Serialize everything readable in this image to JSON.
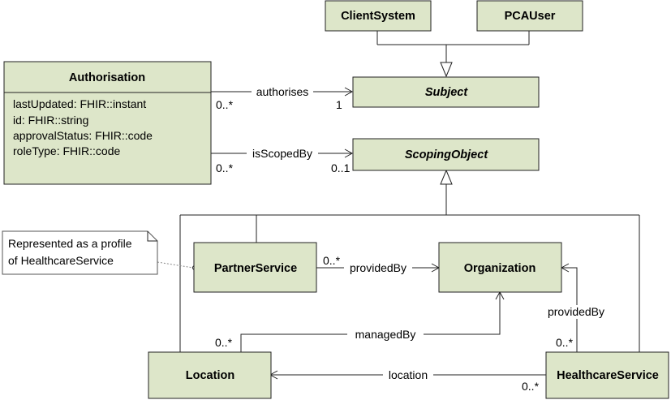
{
  "classes": {
    "client_system": "ClientSystem",
    "pca_user": "PCAUser",
    "authorisation": "Authorisation",
    "subject": "Subject",
    "scoping_object": "ScopingObject",
    "partner_service": "PartnerService",
    "organization": "Organization",
    "location": "Location",
    "healthcare_service": "HealthcareService"
  },
  "authorisation_attributes": [
    "lastUpdated: FHIR::instant",
    "id: FHIR::string",
    "approvalStatus: FHIR::code",
    "roleType: FHIR::code"
  ],
  "associations": {
    "authorises": {
      "label": "authorises",
      "source_mult": "0..*",
      "target_mult": "1"
    },
    "is_scoped_by": {
      "label": "isScopedBy",
      "source_mult": "0..*",
      "target_mult": "0..1"
    },
    "partner_provided_by": {
      "label": "providedBy",
      "source_mult": "0..*"
    },
    "managed_by": {
      "label": "managedBy",
      "source_mult": "0..*"
    },
    "healthcare_provided_by": {
      "label": "providedBy",
      "source_mult": "0..*"
    },
    "location": {
      "label": "location",
      "source_mult": "0..*"
    }
  },
  "note": {
    "lines": [
      "Represented as a profile",
      "of HealthcareService"
    ]
  }
}
